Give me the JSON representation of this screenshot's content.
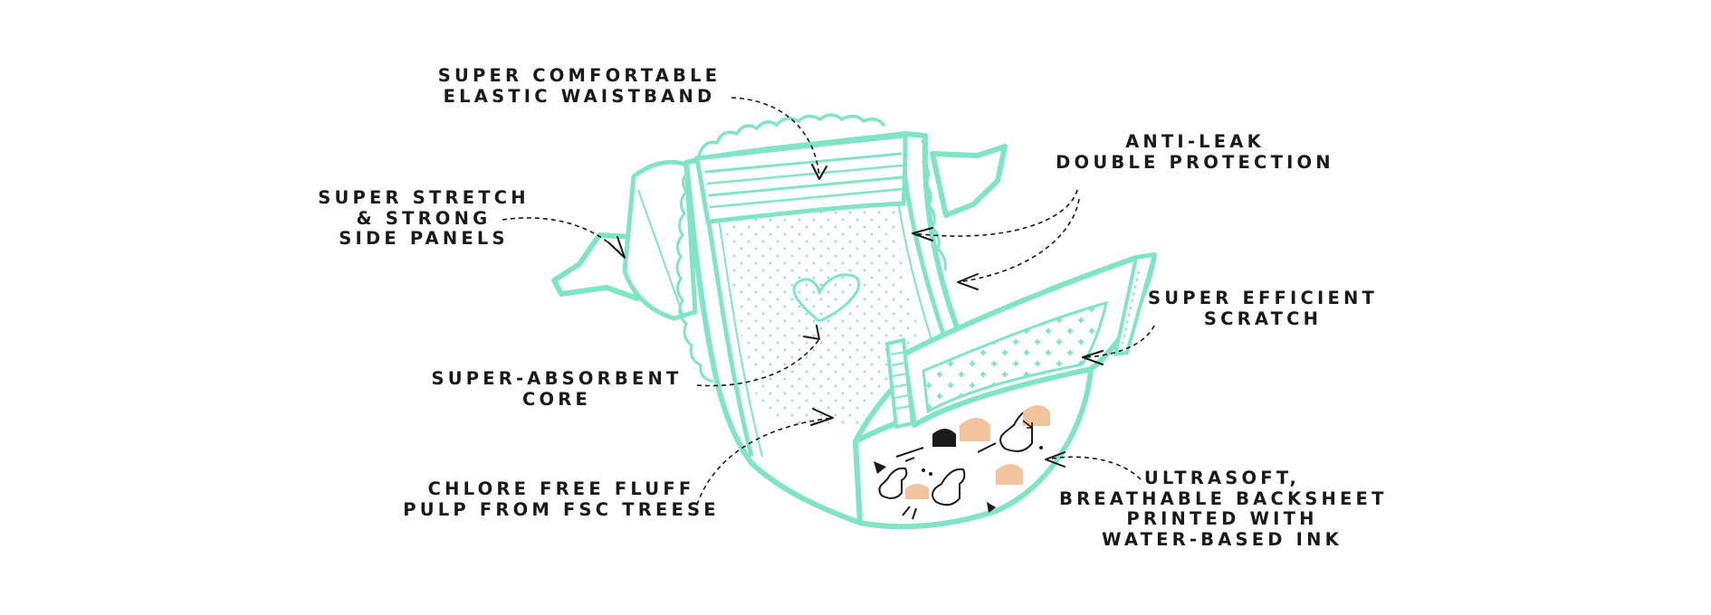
{
  "colors": {
    "mint": "#7fe5c6",
    "ink": "#1a1a1a",
    "peach": "#f1c49e",
    "background": "#ffffff"
  },
  "labels": {
    "waistband": [
      "SUPER COMFORTABLE",
      "ELASTIC WAISTBAND"
    ],
    "anti_leak": [
      "ANTI-LEAK",
      "DOUBLE PROTECTION"
    ],
    "side_panels": [
      "SUPER STRETCH",
      "& STRONG",
      "SIDE PANELS"
    ],
    "scratch": [
      "SUPER EFFICIENT",
      "SCRATCH"
    ],
    "core": [
      "SUPER-ABSORBENT",
      "CORE"
    ],
    "pulp": [
      "CHLORE FREE FLUFF",
      "PULP FROM FSC TREESE"
    ],
    "backsheet": [
      "ULTRASOFT,",
      "BREATHABLE BACKSHEET",
      "PRINTED WITH",
      "WATER-BASED INK"
    ]
  },
  "illustration": {
    "subject": "diaper-illustration",
    "icons": [
      "heart-icon",
      "llama-print",
      "arrow-print"
    ]
  }
}
